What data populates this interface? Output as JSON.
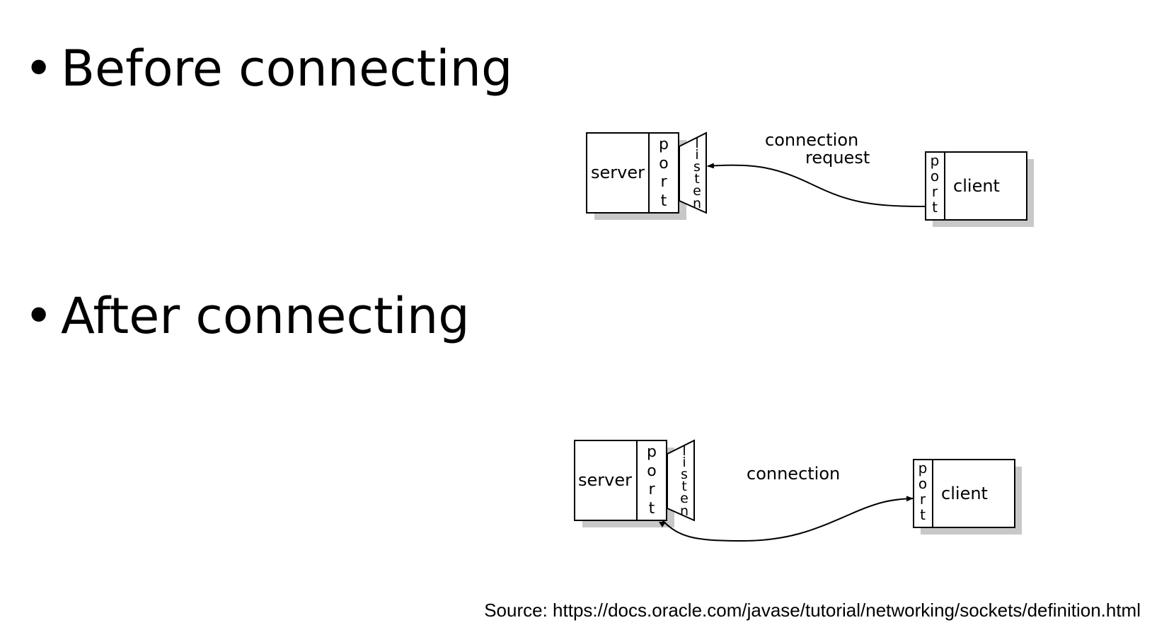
{
  "bullets": {
    "marker": "•",
    "before": "Before connecting",
    "after": "After connecting"
  },
  "diagram_before": {
    "server": "server",
    "server_port": [
      "p",
      "o",
      "r",
      "t"
    ],
    "listen": [
      "l",
      "i",
      "s",
      "t",
      "e",
      "n"
    ],
    "label_line1": "connection",
    "label_line2": "request",
    "client_port": [
      "p",
      "o",
      "r",
      "t"
    ],
    "client": "client"
  },
  "diagram_after": {
    "server": "server",
    "server_port": [
      "p",
      "o",
      "r",
      "t"
    ],
    "listen": [
      "l",
      "i",
      "s",
      "t",
      "e",
      "n"
    ],
    "label": "connection",
    "client_port": [
      "p",
      "o",
      "r",
      "t"
    ],
    "client": "client"
  },
  "source": "Source: https://docs.oracle.com/javase/tutorial/networking/sockets/definition.html",
  "colors": {
    "shadow": "#c8c8c8",
    "stroke": "#000000",
    "background": "#ffffff"
  }
}
